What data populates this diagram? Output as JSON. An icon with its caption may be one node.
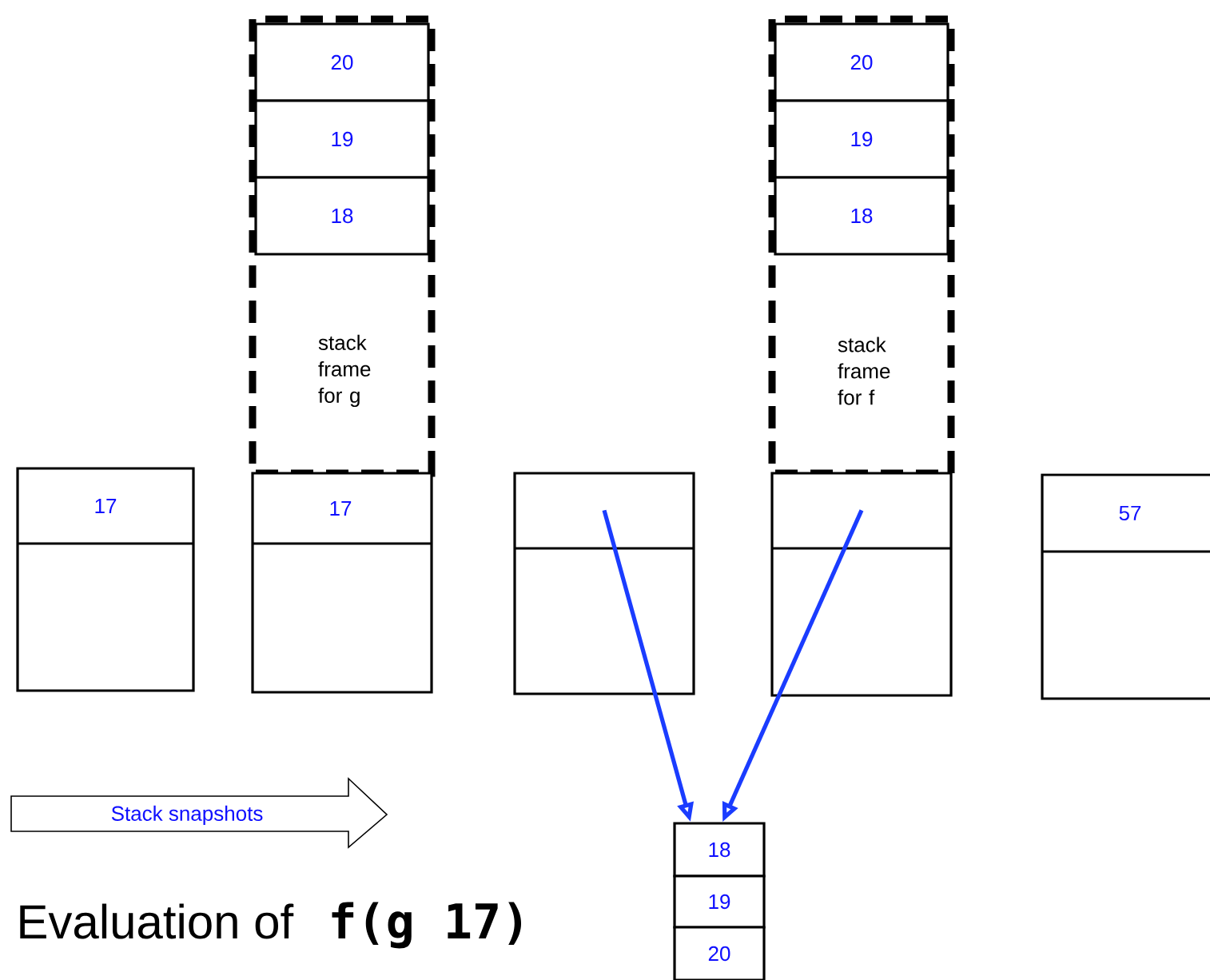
{
  "diagram": {
    "nodes": [
      {
        "text": [
          "stack frame for g"
        ]
      },
      {
        "text": [
          "20"
        ],
        "in": 0
      },
      {
        "text": [
          "19"
        ],
        "in": 0
      },
      {
        "text": [
          "18"
        ],
        "in": 0
      },
      {
        "text": [
          "stack frame for f"
        ]
      },
      {
        "text": [
          "20"
        ],
        "in": 4
      },
      {
        "text": [
          "19"
        ],
        "in": 4
      },
      {
        "text": [
          "18"
        ],
        "in": 4
      },
      {
        "text": [
          "17"
        ]
      },
      {
        "text": [
          "17"
        ]
      },
      {
        "text": [],
        "shape": "box"
      },
      {
        "text": [],
        "shape": "box"
      },
      {
        "text": [
          "57"
        ]
      },
      {
        "text": [
          "Stack snapshots"
        ]
      },
      {
        "text": [
          "18"
        ]
      },
      {
        "text": [
          "19"
        ]
      },
      {
        "text": [
          "20"
        ]
      }
    ],
    "edges": [
      {
        "from": 10,
        "to": 14,
        "arrow": "to",
        "color": "#1a3cff"
      },
      {
        "from": 11,
        "to": 14,
        "arrow": "to",
        "color": "#1a3cff"
      }
    ],
    "labels": [
      "Evaluation of",
      "f(g 17)"
    ]
  }
}
